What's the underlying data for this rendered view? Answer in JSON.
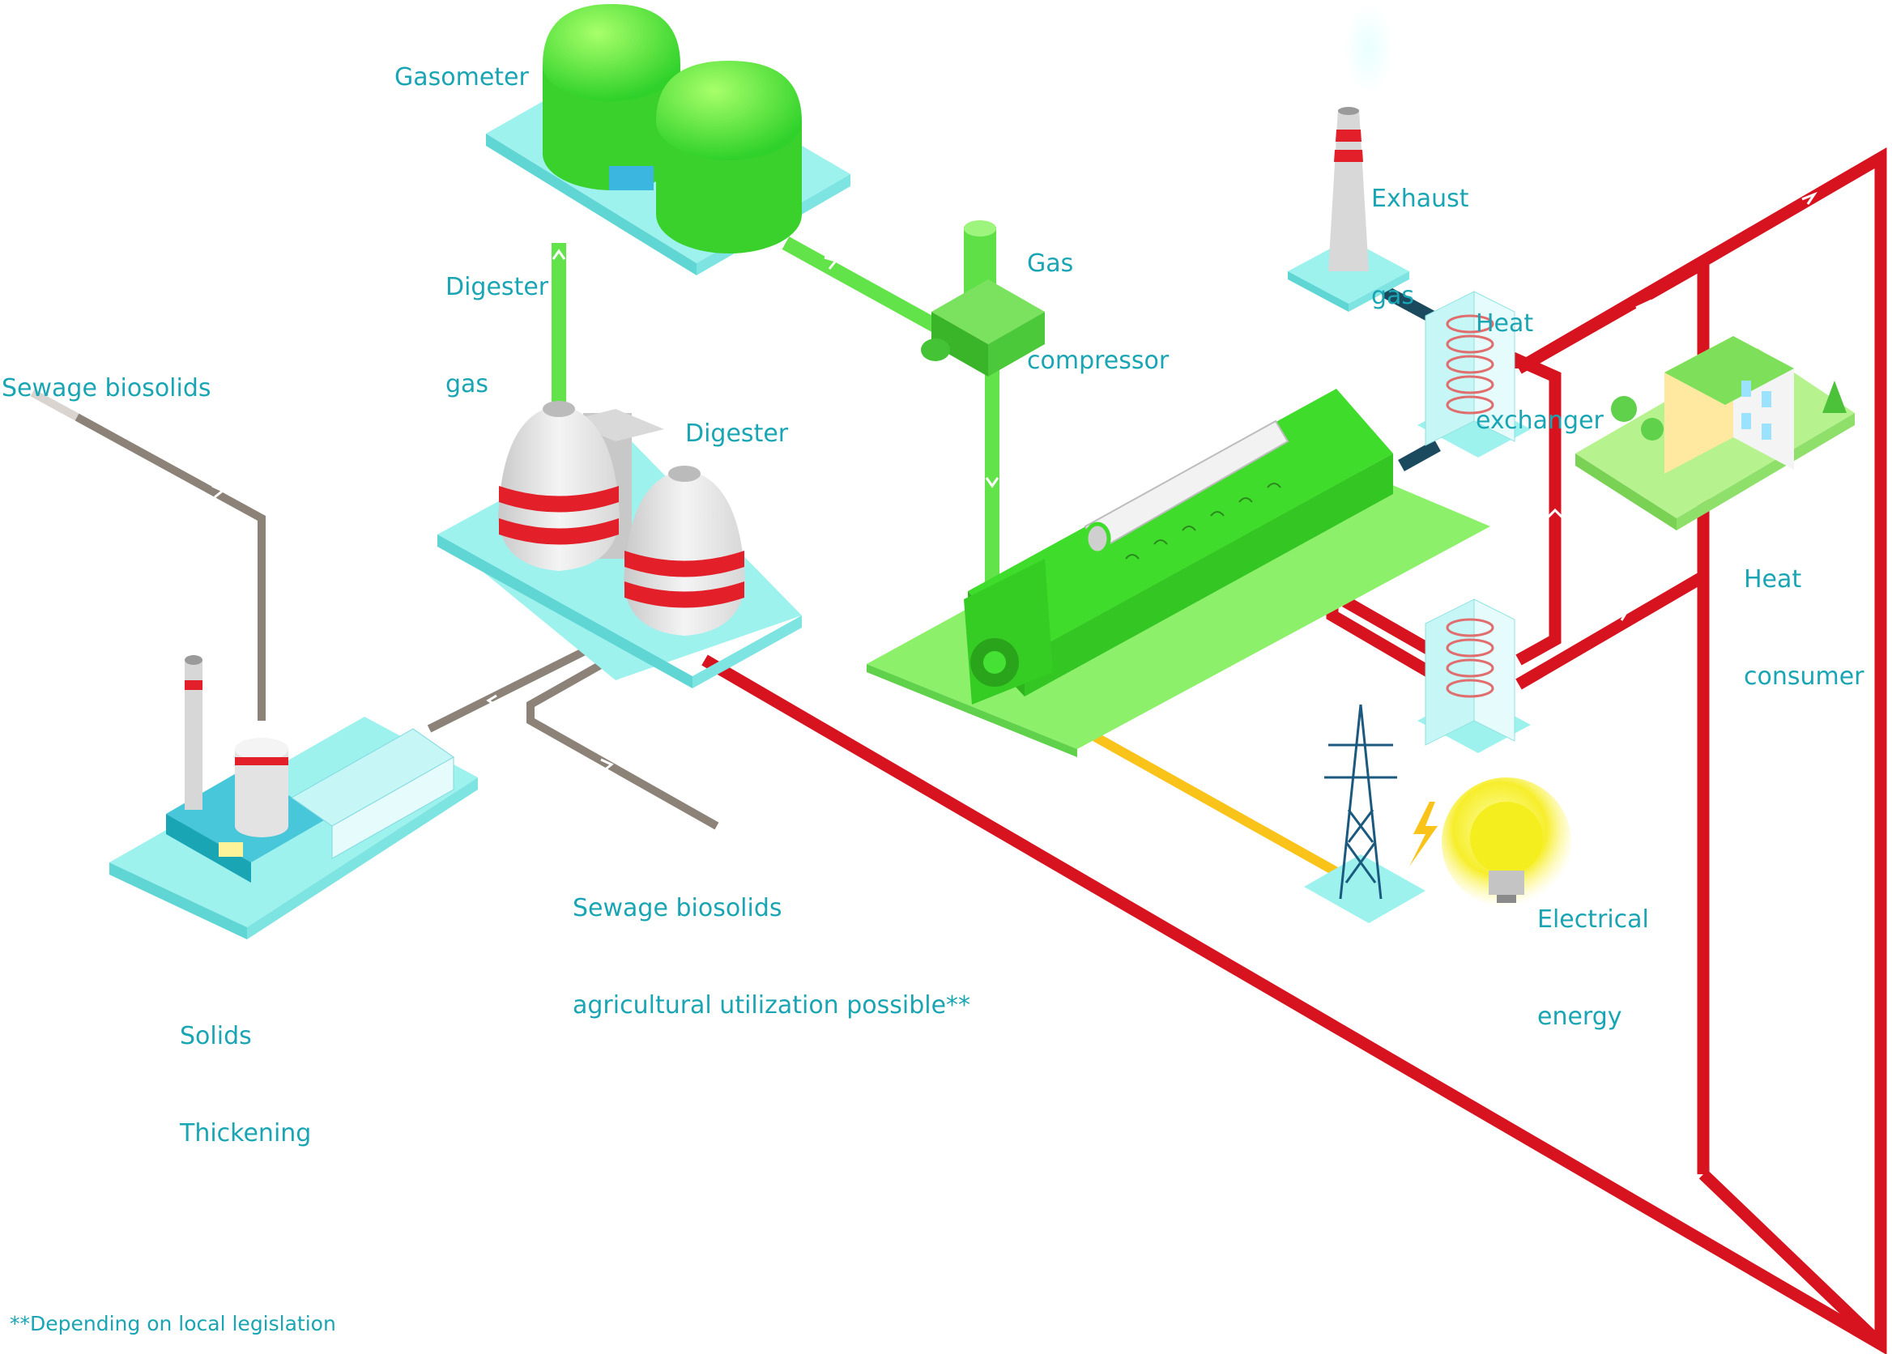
{
  "colors": {
    "label": "#1aa5b4",
    "heat_pipe": "#d7131f",
    "gas_pipe": "#63e34a",
    "sludge_pipe": "#8c8278",
    "exhaust_pipe": "#1b4a5e",
    "power_line": "#f9c31a",
    "platform": "#9df2ee",
    "engine": "#3fdc2c"
  },
  "labels": {
    "gasometer": "Gasometer",
    "digester_gas": [
      "Digester",
      "gas"
    ],
    "gas_compressor": [
      "Gas",
      "compressor"
    ],
    "exhaust_gas": [
      "Exhaust",
      "gas"
    ],
    "heat_exchanger": [
      "Heat",
      "exchanger"
    ],
    "sewage_biosolids": "Sewage biosolids",
    "digester": "Digester",
    "heat_consumer": [
      "Heat",
      "consumer"
    ],
    "electrical_energy": [
      "Electrical",
      "energy"
    ],
    "agricultural": [
      "Sewage biosolids",
      "agricultural utilization possible**"
    ],
    "solids_thickening": [
      "Solids",
      "Thickening"
    ]
  },
  "footnote": "**Depending on local legislation",
  "icons": [
    "gasometer-icon",
    "digester-icon",
    "gas-compressor-icon",
    "gas-engine-icon",
    "exhaust-stack-icon",
    "heat-exchanger-icon",
    "heat-consumer-building-icon",
    "power-pylon-icon",
    "light-bulb-icon",
    "lightning-icon",
    "solids-thickening-plant-icon"
  ]
}
